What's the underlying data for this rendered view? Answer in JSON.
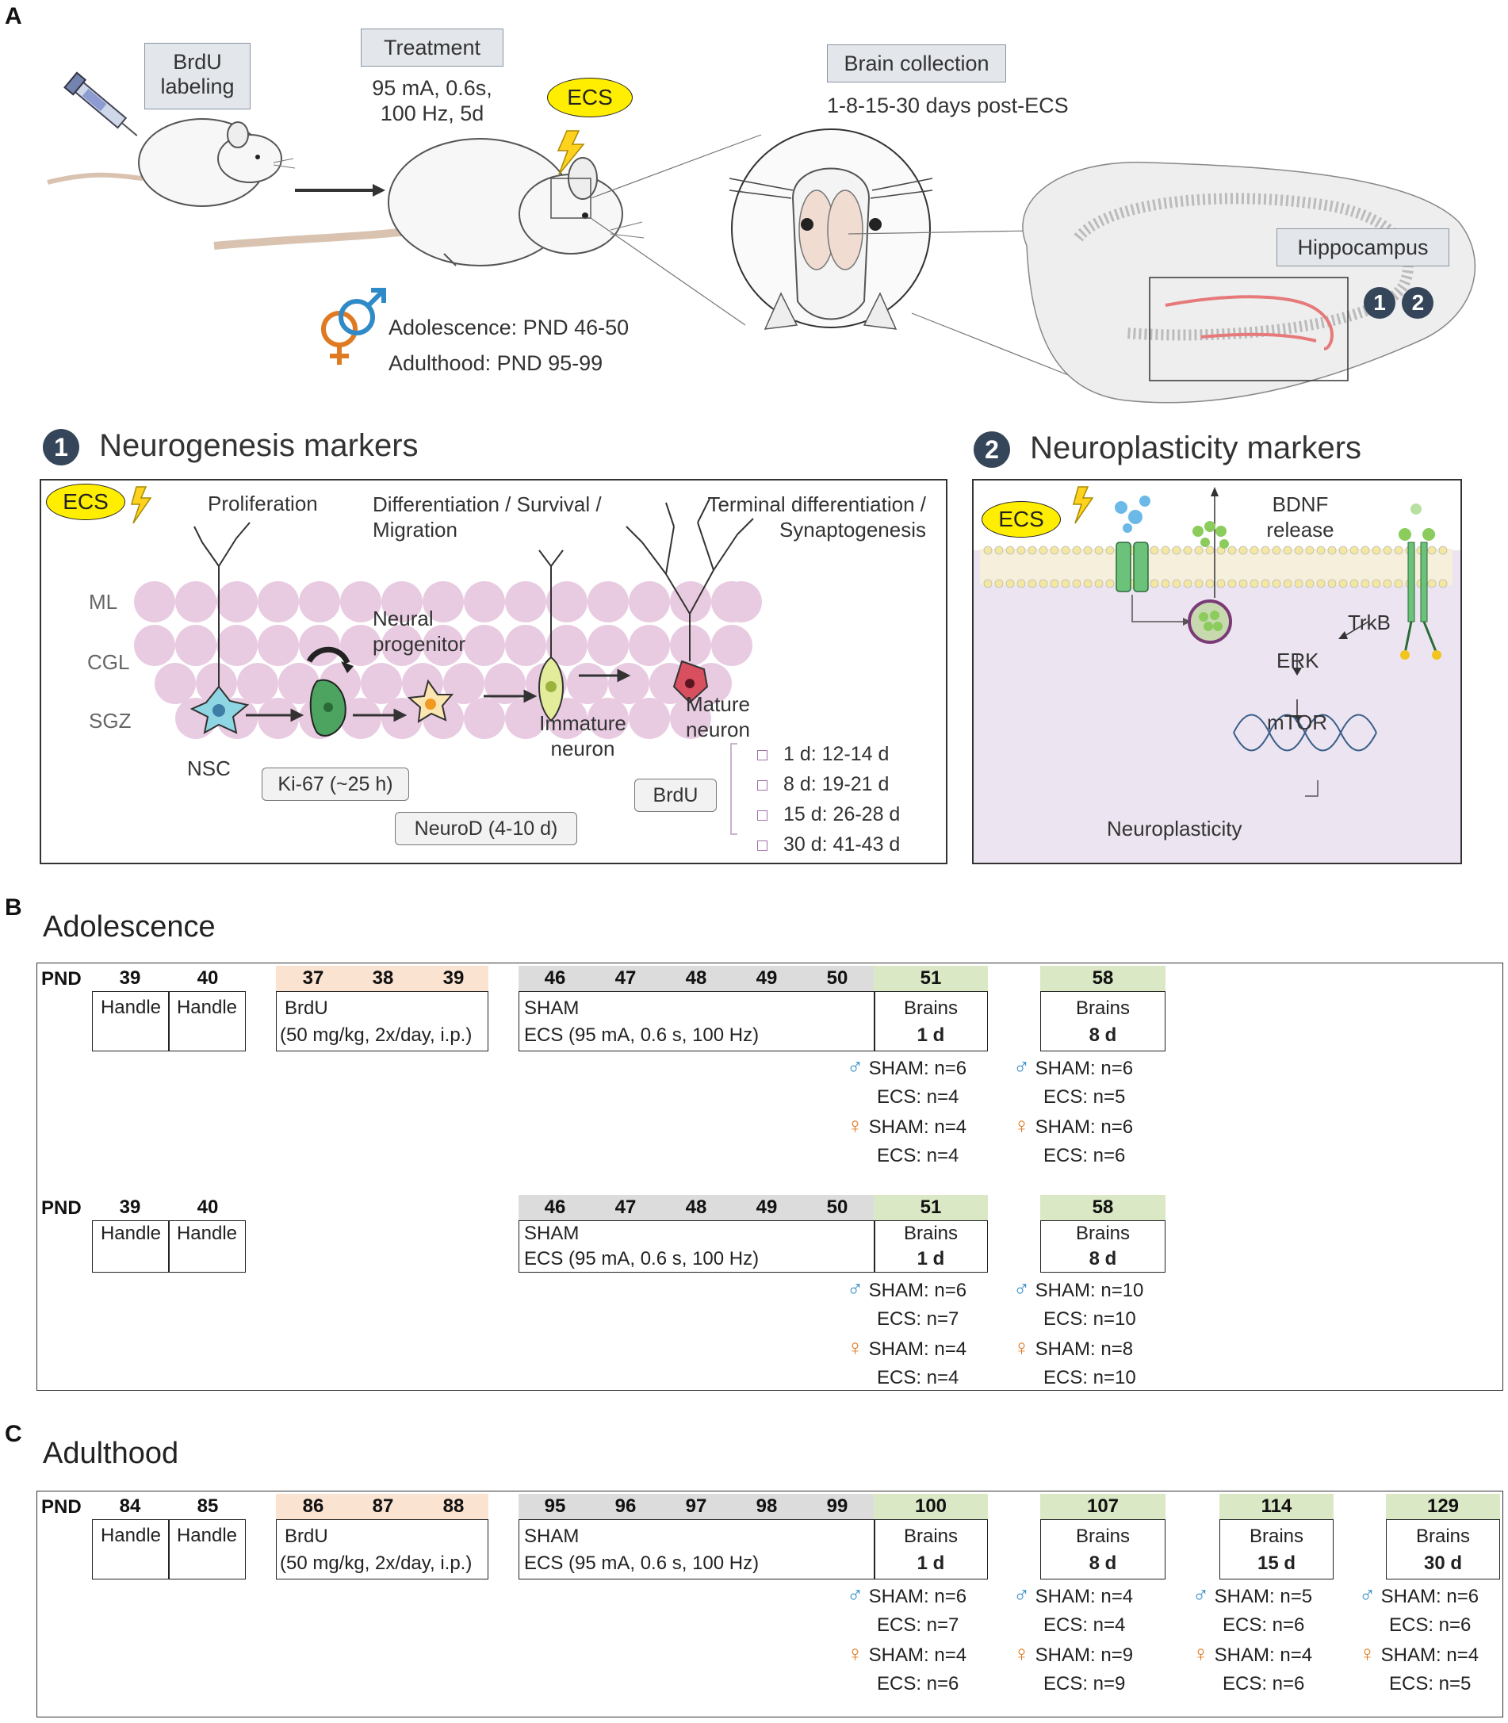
{
  "panel_a": {
    "letter": "A",
    "brdu_box": "BrdU\nlabeling",
    "treatment_box": "Treatment",
    "treatment_params": [
      "95 mA, 0.6s,",
      "100 Hz, 5d"
    ],
    "ecs_label": "ECS",
    "brain_collection_box": "Brain collection",
    "collection_days": "1-8-15-30 days post-ECS",
    "hippocampus_box": "Hippocampus",
    "ages": [
      "Adolescence: PND 46-50",
      "Adulthood: PND 95-99"
    ],
    "circle_1": "1",
    "circle_2": "2",
    "neurogenesis": {
      "title": "Neurogenesis markers",
      "ecs": "ECS",
      "stage_proliferation": "Proliferation",
      "stage_differentiation": "Differentiation / Survival /\nMigration",
      "stage_terminal": "Terminal differentiation /\nSynaptogenesis",
      "layer_ml": "ML",
      "layer_cgl": "CGL",
      "layer_sgz": "SGZ",
      "cell_nsc": "NSC",
      "cell_progenitor": "Neural\nprogenitor",
      "cell_immature": "Immature\nneuron",
      "cell_mature": "Mature\nneuron",
      "marker_ki67": "Ki-67 (~25 h)",
      "marker_neurod": "NeuroD (4-10 d)",
      "marker_brdu": "BrdU",
      "brdu_ages": [
        "1 d: 12-14 d",
        "8 d: 19-21 d",
        "15 d: 26-28 d",
        "30 d: 41-43 d"
      ]
    },
    "neuroplasticity": {
      "title": "Neuroplasticity markers",
      "ecs": "ECS",
      "bdnf": "BDNF\nrelease",
      "trkb": "TrkB",
      "erk": "ERK",
      "mtor": "mTOR",
      "outcome": "Neuroplasticity"
    }
  },
  "panel_b": {
    "letter": "B",
    "title": "Adolescence",
    "rows": [
      {
        "pnd_label": "PND",
        "handle_days": [
          "39",
          "40"
        ],
        "handle_labels": [
          "Handle",
          "Handle"
        ],
        "brdu_days": [
          "37",
          "38",
          "39"
        ],
        "brdu_text": [
          "BrdU",
          "(50 mg/kg, 2x/day, i.p.)"
        ],
        "treat_days": [
          "46",
          "47",
          "48",
          "49",
          "50"
        ],
        "treat_text": [
          "SHAM",
          "ECS (95 mA, 0.6 s, 100 Hz)"
        ],
        "collections": [
          {
            "day": "51",
            "label": "Brains",
            "time": "1 d",
            "male": [
              "SHAM: n=6",
              "ECS: n=4"
            ],
            "female": [
              "SHAM: n=4",
              "ECS: n=4"
            ]
          },
          {
            "day": "58",
            "label": "Brains",
            "time": "8 d",
            "male": [
              "SHAM: n=6",
              "ECS: n=5"
            ],
            "female": [
              "SHAM: n=6",
              "ECS: n=6"
            ]
          }
        ]
      },
      {
        "pnd_label": "PND",
        "handle_days": [
          "39",
          "40"
        ],
        "handle_labels": [
          "Handle",
          "Handle"
        ],
        "treat_days": [
          "46",
          "47",
          "48",
          "49",
          "50"
        ],
        "treat_text": [
          "SHAM",
          "ECS (95 mA, 0.6 s, 100 Hz)"
        ],
        "collections": [
          {
            "day": "51",
            "label": "Brains",
            "time": "1 d",
            "male": [
              "SHAM: n=6",
              "ECS: n=7"
            ],
            "female": [
              "SHAM: n=4",
              "ECS: n=4"
            ]
          },
          {
            "day": "58",
            "label": "Brains",
            "time": "8 d",
            "male": [
              "SHAM: n=10",
              "ECS: n=10"
            ],
            "female": [
              "SHAM: n=8",
              "ECS: n=10"
            ]
          }
        ]
      }
    ]
  },
  "panel_c": {
    "letter": "C",
    "title": "Adulthood",
    "row": {
      "pnd_label": "PND",
      "handle_days": [
        "84",
        "85"
      ],
      "handle_labels": [
        "Handle",
        "Handle"
      ],
      "brdu_days": [
        "86",
        "87",
        "88"
      ],
      "brdu_text": [
        "BrdU",
        "(50 mg/kg, 2x/day, i.p.)"
      ],
      "treat_days": [
        "95",
        "96",
        "97",
        "98",
        "99"
      ],
      "treat_text": [
        "SHAM",
        "ECS (95 mA, 0.6 s, 100 Hz)"
      ],
      "collections": [
        {
          "day": "100",
          "label": "Brains",
          "time": "1 d",
          "male": [
            "SHAM: n=6",
            "ECS: n=7"
          ],
          "female": [
            "SHAM: n=4",
            "ECS: n=6"
          ]
        },
        {
          "day": "107",
          "label": "Brains",
          "time": "8 d",
          "male": [
            "SHAM: n=4",
            "ECS: n=4"
          ],
          "female": [
            "SHAM: n=9",
            "ECS: n=9"
          ]
        },
        {
          "day": "114",
          "label": "Brains",
          "time": "15 d",
          "male": [
            "SHAM: n=5",
            "ECS: n=6"
          ],
          "female": [
            "SHAM: n=4",
            "ECS: n=6"
          ]
        },
        {
          "day": "129",
          "label": "Brains",
          "time": "30 d",
          "male": [
            "SHAM: n=6",
            "ECS: n=6"
          ],
          "female": [
            "SHAM: n=4",
            "ECS: n=5"
          ]
        }
      ]
    }
  },
  "symbols": {
    "male": "♂",
    "female": "♀"
  },
  "colors": {
    "ecs_yellow": "#ffee00",
    "brdu_peach": "#fbe3d2",
    "treat_gray": "#dcdcdc",
    "collect_green": "#dbe8c6",
    "male": "#2f8bc7",
    "female": "#e07a22",
    "circle": "#36465a"
  }
}
